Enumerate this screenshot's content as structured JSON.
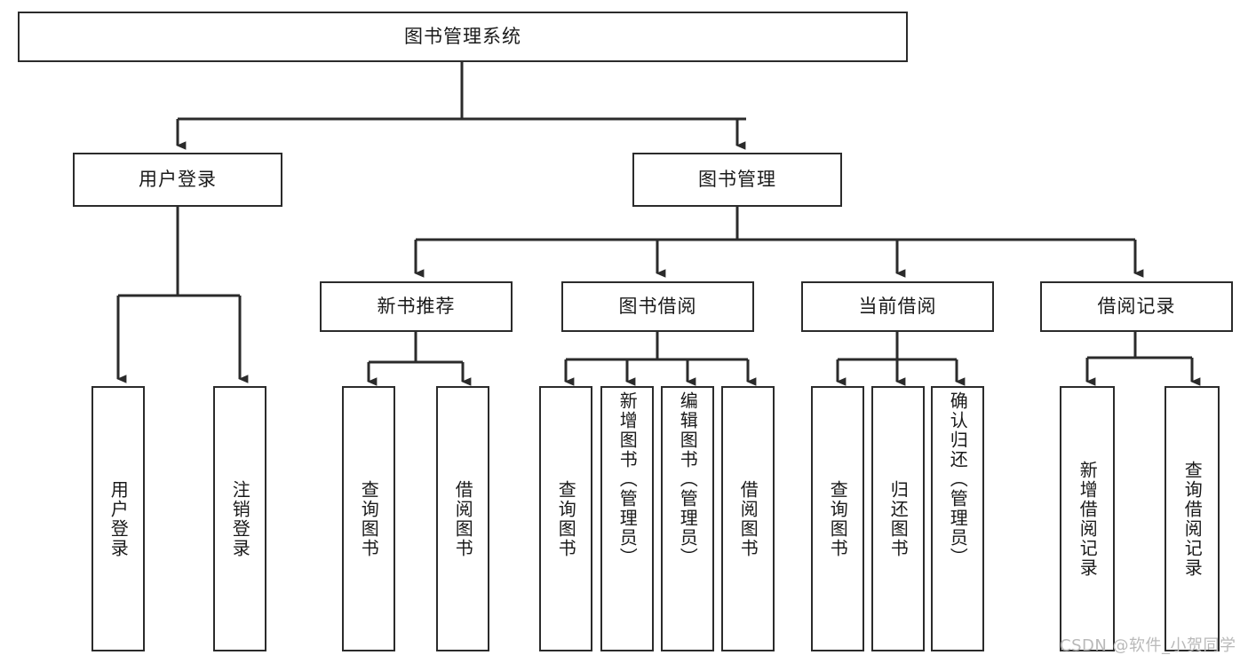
{
  "diagram": {
    "title": "图书管理系统",
    "root": {
      "label": "图书管理系统"
    },
    "level2": [
      {
        "label": "用户登录"
      },
      {
        "label": "图书管理"
      }
    ],
    "level3": [
      {
        "label": "新书推荐"
      },
      {
        "label": "图书借阅"
      },
      {
        "label": "当前借阅"
      },
      {
        "label": "借阅记录"
      }
    ],
    "leaves": {
      "user_login": [
        {
          "label": "用户登录"
        },
        {
          "label": "注销登录"
        }
      ],
      "new_book_recommend": [
        {
          "label": "查询图书"
        },
        {
          "label": "借阅图书"
        }
      ],
      "book_borrow": [
        {
          "label": "查询图书"
        },
        {
          "label": "新增图书（管理员）"
        },
        {
          "label": "编辑图书（管理员）"
        },
        {
          "label": "借阅图书"
        }
      ],
      "current_borrow": [
        {
          "label": "查询图书"
        },
        {
          "label": "归还图书"
        },
        {
          "label": "确认归还（管理员）"
        }
      ],
      "borrow_record": [
        {
          "label": "新增借阅记录"
        },
        {
          "label": "查询借阅记录"
        }
      ]
    }
  },
  "watermark": {
    "text": "CSDN @软件_小贺同学"
  },
  "colors": {
    "border": "#2b2b2b",
    "text": "#1a1a1a",
    "background": "#ffffff",
    "watermark": "#b9b9b9"
  }
}
